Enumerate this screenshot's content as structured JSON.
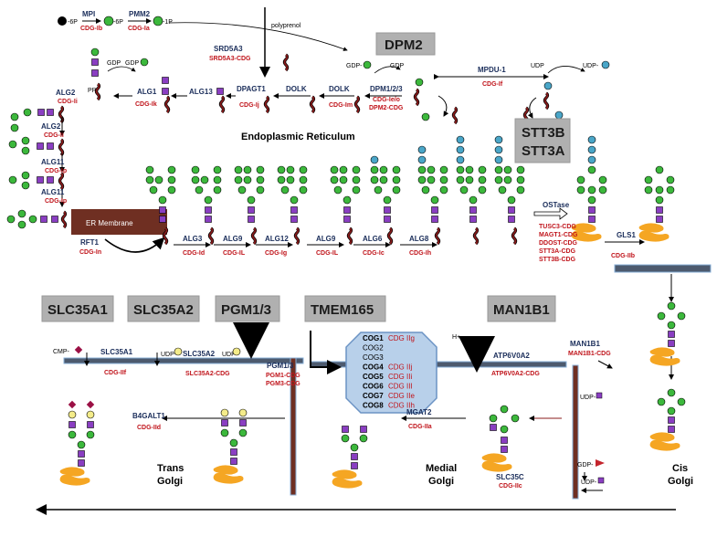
{
  "top": {
    "start_6p": "-6P",
    "mpi": "MPI",
    "mpi_cdg": "CDG-Ib",
    "mid_6p": "-6P",
    "pmm2": "PMM2",
    "pmm2_cdg": "CDG-Ia",
    "end_1p": "-1P",
    "polyprenol": "polyprenol",
    "srd5a3": "SRD5A3",
    "srd5a3_cdg": "SRD5A3-CDG",
    "dpm2_box": "DPM2",
    "gdp1": "GDP",
    "gdp2": "GDP",
    "gdp3": "GDP-",
    "gdp4": "GDP",
    "udp1": "UDP",
    "udp2": "UDP-",
    "mpdu1": "MPDU-1",
    "mpdu1_cdg": "CDG-If"
  },
  "enzymes_row1": {
    "alg2": "ALG2",
    "alg2_cdg": "CDG-Ii",
    "alg1": "ALG1",
    "alg1_cdg": "CDG-Ik",
    "alg13": "ALG13",
    "dpagt1": "DPAGT1",
    "dpagt1_cdg": "CDG-Ij",
    "dolk1": "DOLK",
    "dolk2": "DOLK",
    "dolk2_cdg": "CDG-Im",
    "dpm": "DPM1/2/3",
    "dpm_cdg1": "CDG-Ie/o",
    "dpm_cdg2": "DPM2-CDG"
  },
  "pp_label": "PP",
  "p_label": "P",
  "er_title": "Endoplasmic Reticulum",
  "stt3": {
    "line1": "STT3B",
    "line2": "STT3A"
  },
  "left_column": {
    "alg2": "ALG2",
    "alg2_cdg": "CDG-Ii",
    "alg11a": "ALG11",
    "alg11a_cdg": "CDG-Ip",
    "alg11b": "ALG11",
    "alg11b_cdg": "CDG-Ip",
    "rft1": "RFT1",
    "rft1_cdg": "CDG-In",
    "er_membrane": "ER Membrane"
  },
  "enzymes_row2": [
    {
      "name": "ALG3",
      "cdg": "CDG-Id"
    },
    {
      "name": "ALG9",
      "cdg": "CDG-IL"
    },
    {
      "name": "ALG12",
      "cdg": "CDG-Ig"
    },
    {
      "name": "ALG9",
      "cdg": "CDG-IL"
    },
    {
      "name": "ALG6",
      "cdg": "CDG-Ic"
    },
    {
      "name": "ALG8",
      "cdg": "CDG-Ih"
    }
  ],
  "ostase": {
    "label": "OSTase",
    "cdgs": [
      "TUSC3-CDG",
      "MAGT1-CDG",
      "DDOST-CDG",
      "STT3A-CDG",
      "STT3B-CDG"
    ]
  },
  "gls1": {
    "name": "GLS1",
    "cdg": "CDG-IIb"
  },
  "gray_boxes": [
    "SLC35A1",
    "SLC35A2",
    "PGM1/3",
    "TMEM165",
    "MAN1B1"
  ],
  "golgi": {
    "cmp": "CMP-",
    "slc35a1": "SLC35A1",
    "slc35a1_cdg": "CDG-IIf",
    "udp_a": "UDP-",
    "slc35a2": "SLC35A2",
    "slc35a2_cdg": "SLC35A2-CDG",
    "udp_b": "UDP",
    "pgm": "PGM1/3",
    "pgm_cdg1": "PGM1-CDG",
    "pgm_cdg2": "PGM3-CDG",
    "h_plus": "H+",
    "atp6v0a2": "ATP6V0A2",
    "atp6v0a2_cdg": "ATP6V0A2-CDG",
    "man1b1": "MAN1B1",
    "man1b1_cdg": "MAN1B1-CDG",
    "udp_c": "UDP-",
    "b4galt1": "B4GALT1",
    "b4galt1_cdg": "CDG-IId",
    "mgat2": "MGAT2",
    "mgat2_cdg": "CDG-IIa",
    "slc35c": "SLC35C",
    "slc35c_cdg": "CDG-IIc",
    "gdp_c": "GDP-",
    "udp_d": "UDP-"
  },
  "cog": [
    {
      "name": "COG1",
      "cdg": "CDG IIg",
      "bold": true
    },
    {
      "name": "COG2",
      "cdg": "",
      "bold": false
    },
    {
      "name": "COG3",
      "cdg": "",
      "bold": false
    },
    {
      "name": "COG4",
      "cdg": "CDG IIj",
      "bold": true
    },
    {
      "name": "COG5",
      "cdg": "CDG IIi",
      "bold": true
    },
    {
      "name": "COG6",
      "cdg": "CDG III",
      "bold": true
    },
    {
      "name": "COG7",
      "cdg": "CDG IIe",
      "bold": true
    },
    {
      "name": "COG8",
      "cdg": "CDG IIh",
      "bold": true
    }
  ],
  "compartments": {
    "trans1": "Trans",
    "trans2": "Golgi",
    "medial1": "Medial",
    "medial2": "Golgi",
    "cis1": "Cis",
    "cis2": "Golgi"
  },
  "colors": {
    "mannose": "#3cb83c",
    "glcnac": "#8a3ec2",
    "glucose": "#4aa6c8",
    "galactose": "#f4ec8a",
    "sialic": "#9b1045",
    "fucose": "#c4242c",
    "protein": "#f5a623",
    "membrane": "#6f2f22",
    "gray_box": "#b0b0b0",
    "cdg_text": "#c0141b",
    "enzyme_text": "#1a2d5a"
  }
}
